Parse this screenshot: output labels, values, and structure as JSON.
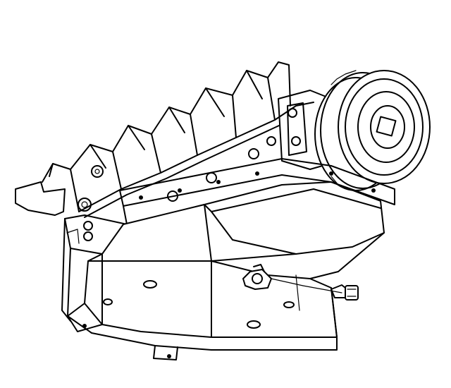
{
  "diagram": {
    "labels": [],
    "parts": [
      {
        "name": "engine-block"
      },
      {
        "name": "oil-pan"
      },
      {
        "name": "crankshaft-pulley"
      },
      {
        "name": "oil-level-sensor"
      },
      {
        "name": "sensor-bolt"
      }
    ],
    "colors": {
      "line": "#000000",
      "background": "#ffffff"
    }
  }
}
